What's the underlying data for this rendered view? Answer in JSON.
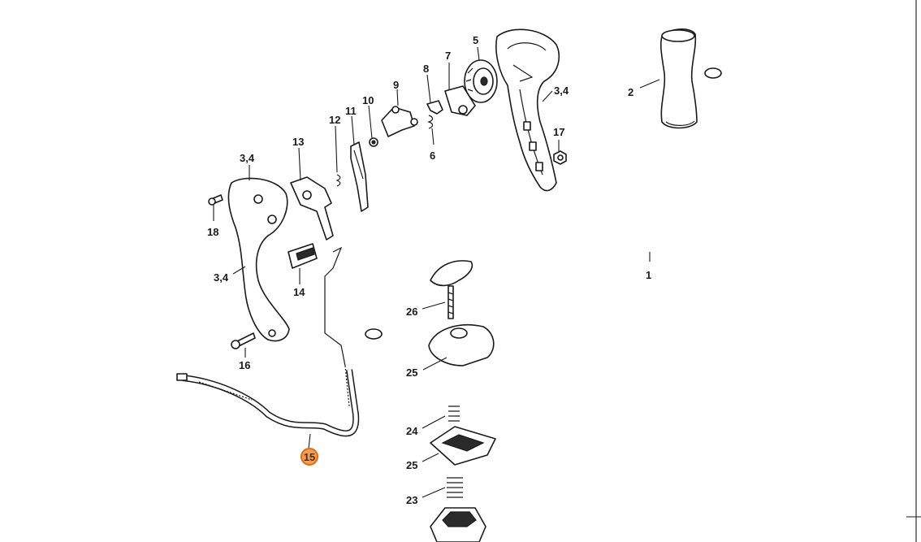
{
  "diagram": {
    "labels": {
      "p1": "1",
      "p2": "2",
      "p3_4_top": "3,4",
      "p3_4_left_top": "3,4",
      "p3_4_left_mid": "3,4",
      "p5": "5",
      "p6": "6",
      "p7": "7",
      "p8": "8",
      "p9": "9",
      "p10": "10",
      "p11": "11",
      "p12": "12",
      "p13": "13",
      "p14": "14",
      "p15": "15",
      "p16": "16",
      "p17": "17",
      "p18": "18",
      "p23": "23",
      "p24": "24",
      "p25_upper": "25",
      "p25_lower": "25",
      "p26": "26"
    },
    "highlighted_part": "15",
    "colors": {
      "highlight_fill": "#f0a05a",
      "highlight_stroke": "#e06d10",
      "line": "#1a1a1a"
    }
  }
}
